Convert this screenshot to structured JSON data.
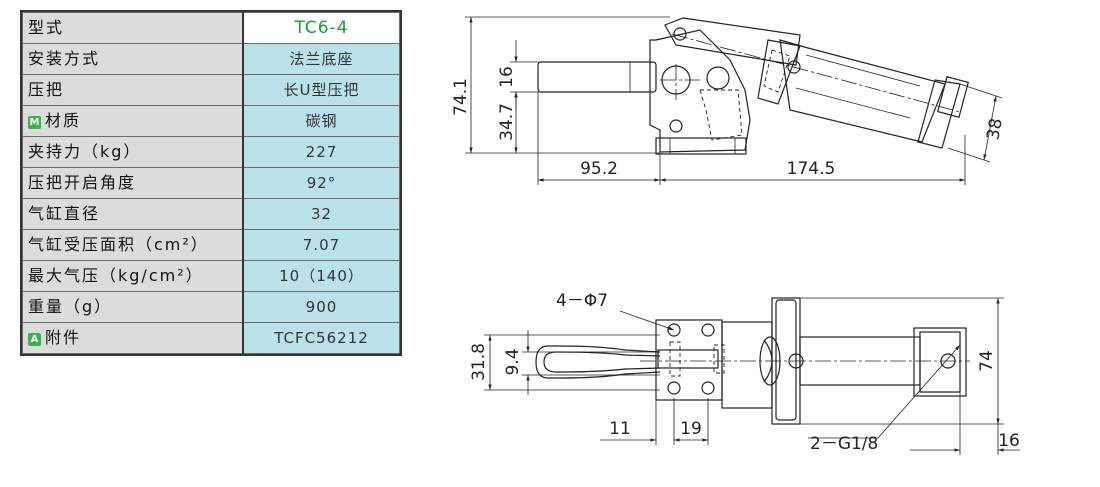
{
  "spec_table": {
    "model_label": "型式",
    "model_value": "TC6-4",
    "rows": [
      {
        "label": "安装方式",
        "value": "法兰底座"
      },
      {
        "label": "压把",
        "value": "长U型压把"
      },
      {
        "label": "材质",
        "value": "碳钢",
        "badge": "M"
      },
      {
        "label": "夹持力（kg）",
        "value": "227"
      },
      {
        "label": "压把开启角度",
        "value": "92°"
      },
      {
        "label": "气缸直径",
        "value": "32"
      },
      {
        "label": "气缸受压面积（cm²）",
        "value": "7.07"
      },
      {
        "label": "最大气压（kg/cm²）",
        "value": "10（140）"
      },
      {
        "label": "重量（g）",
        "value": "900"
      },
      {
        "label": "附件",
        "value": "TCFC56212",
        "badge": "A"
      }
    ]
  },
  "side_view": {
    "dim_height_total": "74.1",
    "dim_handle_height": "16",
    "dim_base_height": "34.7",
    "dim_left_length": "95.2",
    "dim_right_length": "174.5",
    "dim_cylinder": "38"
  },
  "top_view": {
    "dim_holes": "4－Φ7",
    "dim_width": "31.8",
    "dim_handle_width": "9.4",
    "dim_edge": "11",
    "dim_hole_pitch": "19",
    "dim_port": "2－G1/8",
    "dim_port_offset": "16",
    "dim_height": "74"
  },
  "colors": {
    "label_bg": "#dcdcdc",
    "value_bg": "#b9e2ea",
    "model_value": "#1a9a3c",
    "badge": "#3cb34a"
  }
}
